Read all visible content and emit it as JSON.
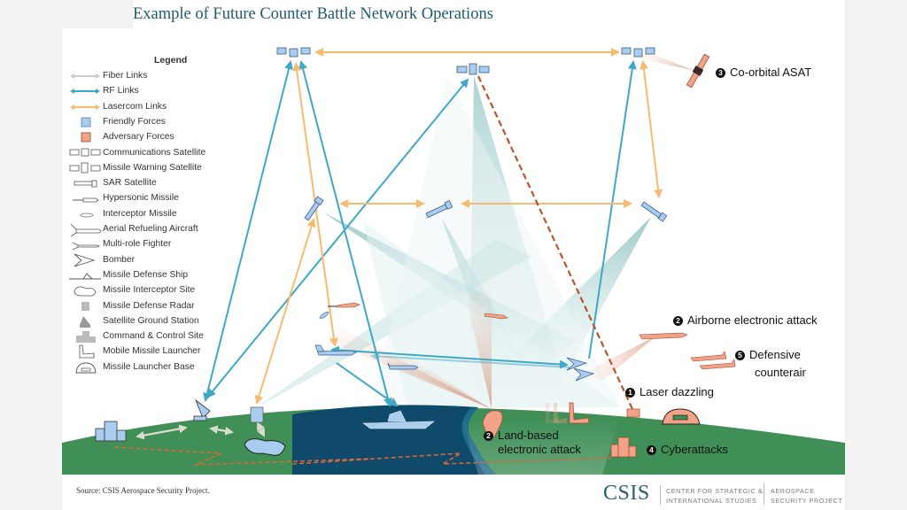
{
  "title": "Example of Future Counter Battle Network Operations",
  "colors": {
    "fiber": "#cccccc",
    "rf": "#3fa8c4",
    "lasercom": "#f6bb70",
    "friendly": "#a9cdef",
    "adversary": "#f2a287",
    "land": "#3f8f57",
    "ocean": "#0f4a6b",
    "title": "#1f5b6e",
    "attack_dash": "#b8542e"
  },
  "legend": {
    "title": "Legend",
    "items": [
      {
        "icon": "fiber-link-icon",
        "label": "Fiber Links"
      },
      {
        "icon": "rf-link-icon",
        "label": "RF Links"
      },
      {
        "icon": "lasercom-link-icon",
        "label": "Lasercom Links"
      },
      {
        "icon": "friendly-forces-swatch",
        "label": "Friendly Forces"
      },
      {
        "icon": "adversary-forces-swatch",
        "label": "Adversary Forces"
      },
      {
        "icon": "communications-satellite-icon",
        "label": "Communications Satellite"
      },
      {
        "icon": "missile-warning-satellite-icon",
        "label": "Missile Warning Satellite"
      },
      {
        "icon": "sar-satellite-icon",
        "label": "SAR Satellite"
      },
      {
        "icon": "hypersonic-missile-icon",
        "label": "Hypersonic Missile"
      },
      {
        "icon": "interceptor-missile-icon",
        "label": "Interceptor Missile"
      },
      {
        "icon": "aerial-refueling-aircraft-icon",
        "label": "Aerial Refueling Aircraft"
      },
      {
        "icon": "multi-role-fighter-icon",
        "label": "Multi-role Fighter"
      },
      {
        "icon": "bomber-icon",
        "label": "Bomber"
      },
      {
        "icon": "missile-defense-ship-icon",
        "label": "Missile Defense Ship"
      },
      {
        "icon": "missile-interceptor-site-icon",
        "label": "Missile Interceptor Site"
      },
      {
        "icon": "missile-defense-radar-icon",
        "label": "Missile Defense Radar"
      },
      {
        "icon": "satellite-ground-station-icon",
        "label": "Satellite Ground Station"
      },
      {
        "icon": "command-control-site-icon",
        "label": "Command & Control Site"
      },
      {
        "icon": "mobile-missile-launcher-icon",
        "label": "Mobile Missile Launcher"
      },
      {
        "icon": "missile-launcher-base-icon",
        "label": "Missile Launcher Base"
      }
    ]
  },
  "annotations": {
    "co_orbital": {
      "num": "3",
      "text": "Co-orbital ASAT"
    },
    "airborne_ea": {
      "num": "2",
      "text": "Airborne electronic attack"
    },
    "dca": {
      "num": "5",
      "line1": "Defensive",
      "line2": "counterair"
    },
    "laser": {
      "num": "1",
      "text": "Laser dazzling"
    },
    "land_ea": {
      "num": "2",
      "line1": "Land-based",
      "line2": "electronic attack"
    },
    "cyber": {
      "num": "4",
      "text": "Cyberattacks"
    }
  },
  "footer": {
    "source": "Source: CSIS Aerospace Security Project.",
    "logo": "CSIS",
    "org_line1": "CENTER FOR STRATEGIC &",
    "org_line2": "INTERNATIONAL STUDIES",
    "project_line1": "AEROSPACE",
    "project_line2": "SECURITY PROJECT"
  }
}
